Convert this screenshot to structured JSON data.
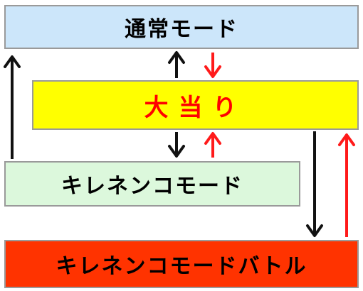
{
  "boxes": {
    "normal_mode": {
      "label": "通常モード",
      "color": "#cce6fa"
    },
    "jackpot": {
      "label": "大当り",
      "color": "#ffff00",
      "text_color": "#ff0000"
    },
    "kirenenko_mode": {
      "label": "キレネンコモード",
      "color": "#dcf8dc"
    },
    "kirenenko_battle": {
      "label": "キレネンコモードバトル",
      "color": "#ff3300"
    }
  },
  "arrow_colors": {
    "black": "#111111",
    "red": "#ff1a1a"
  }
}
